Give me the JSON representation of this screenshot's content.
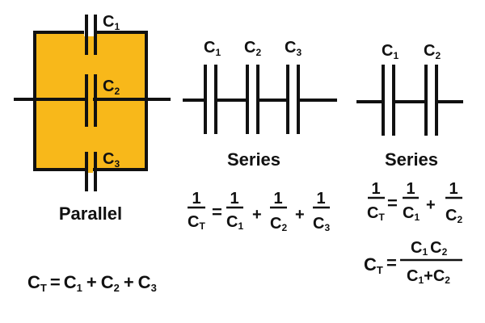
{
  "colors": {
    "box_fill": "#F8B81A",
    "line": "#111111",
    "background": "#FFFFFF"
  },
  "parallel": {
    "title": "Parallel",
    "capacitors": [
      "C",
      "C",
      "C"
    ],
    "subscripts": [
      "1",
      "2",
      "3"
    ],
    "formula": {
      "lhs": "C",
      "lhs_sub": "T",
      "eq": "=",
      "terms": [
        [
          "C",
          "1"
        ],
        [
          "C",
          "2"
        ],
        [
          "C",
          "3"
        ]
      ],
      "plus": "+"
    }
  },
  "series3": {
    "title": "Series",
    "capacitors": [
      "C",
      "C",
      "C"
    ],
    "subscripts": [
      "1",
      "2",
      "3"
    ],
    "formula": {
      "num": "1",
      "lhs": "C",
      "lhs_sub": "T",
      "eq": "=",
      "plus": "+",
      "terms": [
        [
          "C",
          "1"
        ],
        [
          "C",
          "2"
        ],
        [
          "C",
          "3"
        ]
      ]
    }
  },
  "series2": {
    "title": "Series",
    "capacitors": [
      "C",
      "C"
    ],
    "subscripts": [
      "1",
      "2"
    ],
    "formula1": {
      "num": "1",
      "lhs": "C",
      "lhs_sub": "T",
      "eq": "=",
      "plus": "+",
      "terms": [
        [
          "C",
          "1"
        ],
        [
          "C",
          "2"
        ]
      ]
    },
    "formula2": {
      "lhs": "C",
      "lhs_sub": "T",
      "eq": "=",
      "numerator": [
        [
          "C",
          "1"
        ],
        [
          "C",
          "2"
        ]
      ],
      "denominator": [
        [
          "C",
          "1"
        ],
        [
          "C",
          "2"
        ]
      ],
      "plus": "+"
    }
  }
}
